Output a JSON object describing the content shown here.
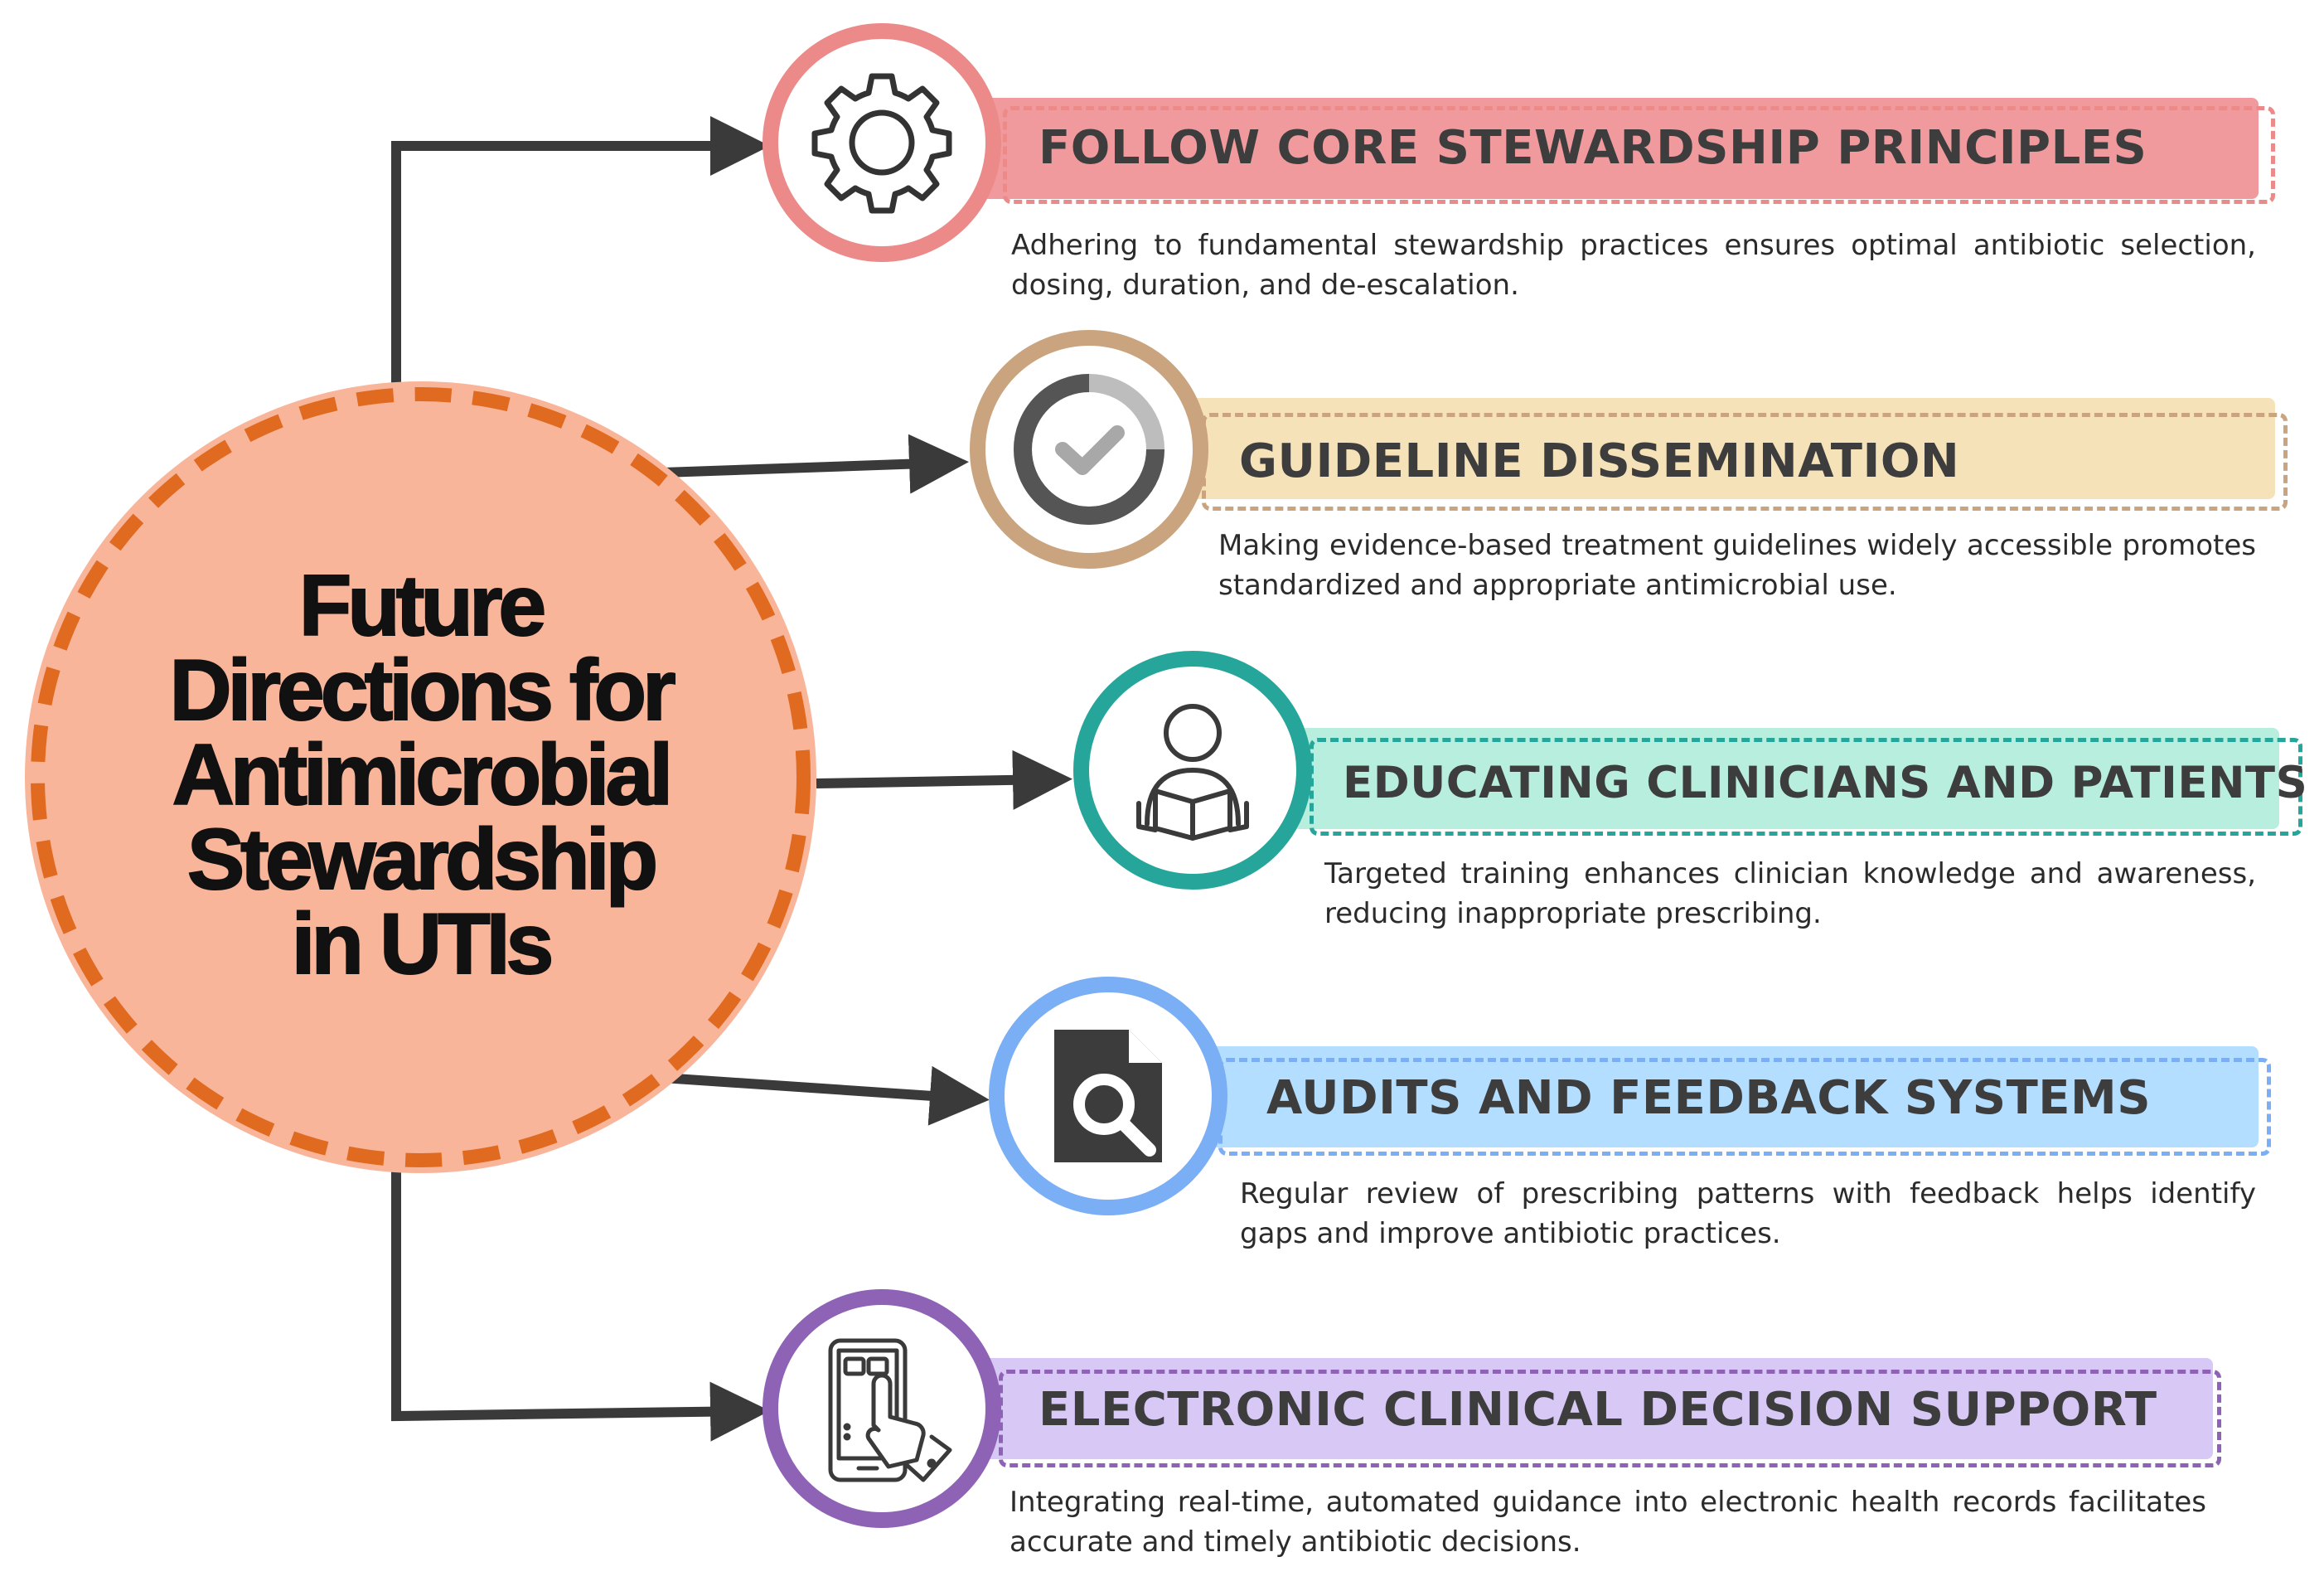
{
  "hub": {
    "title_lines": [
      "Future",
      "Directions for",
      "Antimicrobial",
      "Stewardship",
      "in UTIs"
    ],
    "color": "#f9b59a",
    "border_color": "#e06a1f"
  },
  "items": [
    {
      "title": "FOLLOW CORE STEWARDSHIP PRINCIPLES",
      "description": "Adhering to fundamental stewardship practices ensures optimal antibiotic selection, dosing, duration, and de-escalation.",
      "icon": "gear-icon",
      "color": "#f09a9e",
      "ring_color": "#ec8a8a"
    },
    {
      "title": "GUIDELINE DISSEMINATION",
      "description": "Making evidence-based treatment guidelines widely accessible promotes standardized and appropriate antimicrobial use.",
      "icon": "check-circle-icon",
      "color": "#f6e2b8",
      "ring_color": "#c9a47e"
    },
    {
      "title": "EDUCATING CLINICIANS AND PATIENTS",
      "description": "Targeted training enhances clinician knowledge and awareness, reducing inappropriate prescribing.",
      "icon": "person-reading-icon",
      "color": "#b8eedd",
      "ring_color": "#26a69a"
    },
    {
      "title": "AUDITS AND FEEDBACK SYSTEMS",
      "description": "Regular review of prescribing patterns with feedback helps identify gaps and improve antibiotic practices.",
      "icon": "document-search-icon",
      "color": "#b4deff",
      "ring_color": "#7aaef5"
    },
    {
      "title": "ELECTRONIC CLINICAL DECISION SUPPORT",
      "description": "Integrating real-time, automated guidance into electronic health records facilitates accurate and timely antibiotic decisions.",
      "icon": "tablet-touch-icon",
      "color": "#d8c8f5",
      "ring_color": "#8e63b5"
    }
  ]
}
